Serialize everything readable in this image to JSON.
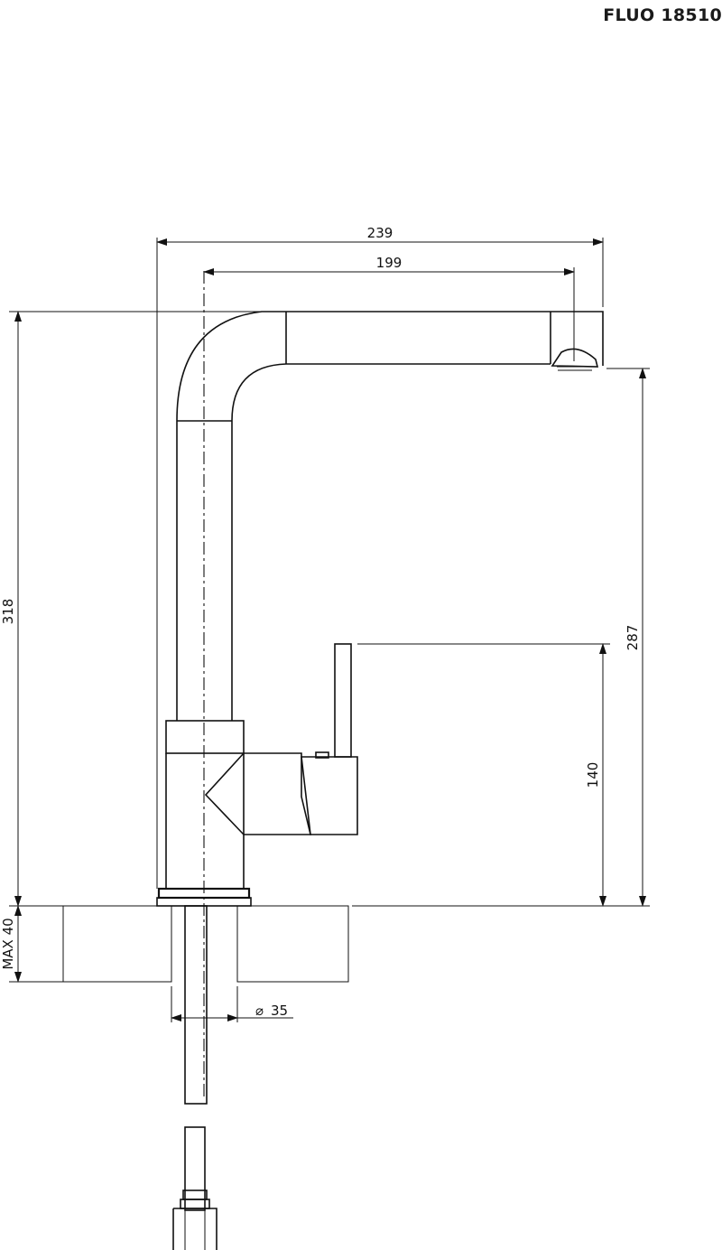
{
  "title": "FLUO 18510",
  "dimensions": {
    "overall_width": "239",
    "spout_reach": "199",
    "overall_height": "318",
    "spout_height": "287",
    "lever_height": "140",
    "max_worktop": "MAX 40",
    "hole_diameter": "35",
    "diameter_symbol": "⌀"
  },
  "colors": {
    "line": "#111111",
    "background": "#ffffff"
  }
}
